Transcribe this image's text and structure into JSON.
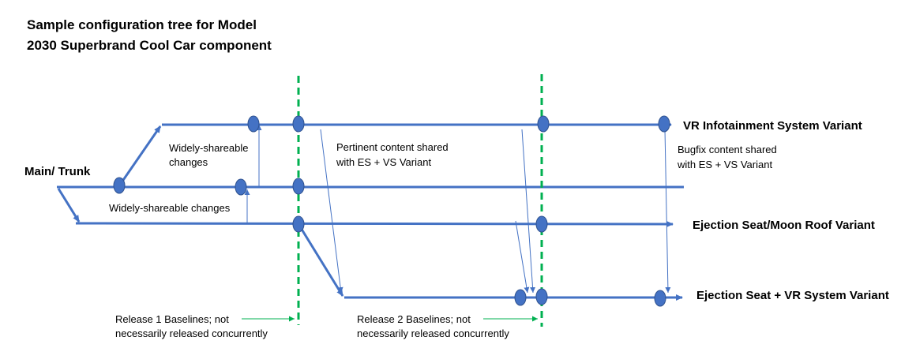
{
  "title": {
    "line1": "Sample configuration tree for Model",
    "line2": "2030 Superbrand Cool Car component"
  },
  "branches": {
    "main": "Main/ Trunk",
    "vr": "VR Infotainment System Variant",
    "es_mr": "Ejection Seat/Moon Roof Variant",
    "es_vr": "Ejection Seat + VR System Variant"
  },
  "notes": {
    "widely_upper_1": "Widely-shareable",
    "widely_upper_2": "changes",
    "widely_lower": "Widely-shareable changes",
    "pertinent_1": "Pertinent content shared",
    "pertinent_2": "with ES + VS Variant",
    "bugfix_1": "Bugfix content shared",
    "bugfix_2": "with ES + VS Variant"
  },
  "baselines": {
    "release1_1": "Release 1 Baselines; not",
    "release1_2": "necessarily released concurrently",
    "release2_1": "Release 2 Baselines; not",
    "release2_2": "necessarily released concurrently"
  },
  "colors": {
    "branch": "#4472c4",
    "baseline": "#00b050"
  }
}
